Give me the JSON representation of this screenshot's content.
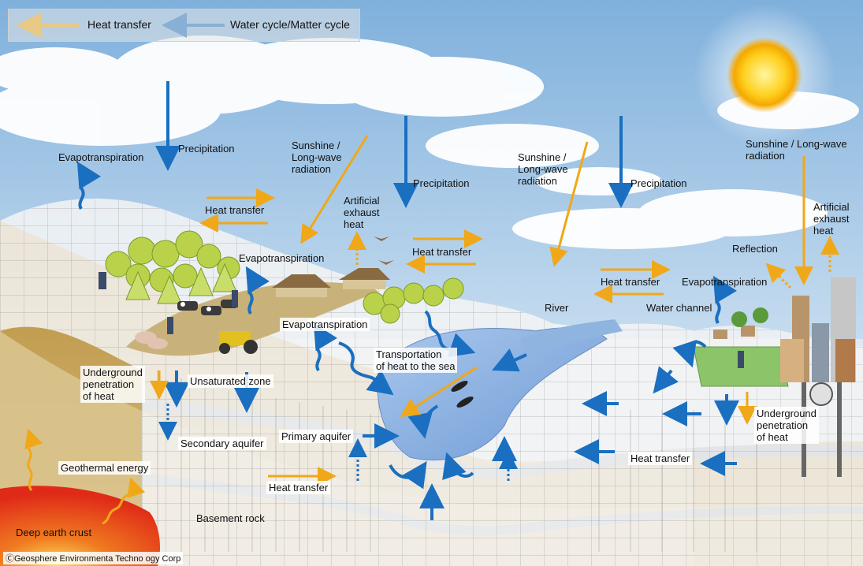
{
  "legend": {
    "heat_transfer": "Heat transfer",
    "water_cycle": "Water cycle/Matter cycle"
  },
  "colors": {
    "heat_arrow": "#f0a818",
    "water_arrow": "#1a6fc0",
    "sky": "#9cc3e4",
    "ground": "#c8a45a",
    "water": "#8fb4e0",
    "magma": "#e84020"
  },
  "labels": {
    "precipitation_1": "Precipitation",
    "precipitation_2": "Precipitation",
    "precipitation_3": "Precipitation",
    "evapotranspiration_1": "Evapotranspiration",
    "evapotranspiration_2": "Evapotranspiration",
    "evapotranspiration_3": "Evapotranspiration",
    "evapotranspiration_4": "Evapotranspiration",
    "sunshine_1": [
      "Sunshine /",
      "Long-wave",
      "radiation"
    ],
    "sunshine_2": [
      "Sunshine /",
      "Long-wave",
      "radiation"
    ],
    "sunshine_3": [
      "Sunshine / Long-wave",
      "radiation"
    ],
    "artificial_1": [
      "Artificial",
      "exhaust",
      "heat"
    ],
    "artificial_2": [
      "Artificial",
      "exhaust",
      "heat"
    ],
    "heat_transfer_1": "Heat transfer",
    "heat_transfer_2": "Heat transfer",
    "heat_transfer_3": "Heat transfer",
    "heat_transfer_4": "Heat transfer",
    "heat_transfer_5": "Heat transfer",
    "reflection": "Reflection",
    "river": "River",
    "water_channel": "Water channel",
    "transport_heat": [
      "Transportation",
      "of heat to the sea"
    ],
    "underground_left": [
      "Underground",
      "penetration",
      "of heat"
    ],
    "underground_right": [
      "Underground",
      "penetration",
      "of heat"
    ],
    "unsaturated_zone": "Unsaturated zone",
    "secondary_aquifer": "Secondary aquifer",
    "primary_aquifer": "Primary aquifer",
    "geothermal": "Geothermal energy",
    "basement_rock": "Basement rock",
    "deep_crust": "Deep earth crust"
  },
  "credit": "ⒸGeosphere Environmenta Techno ogy Corp"
}
